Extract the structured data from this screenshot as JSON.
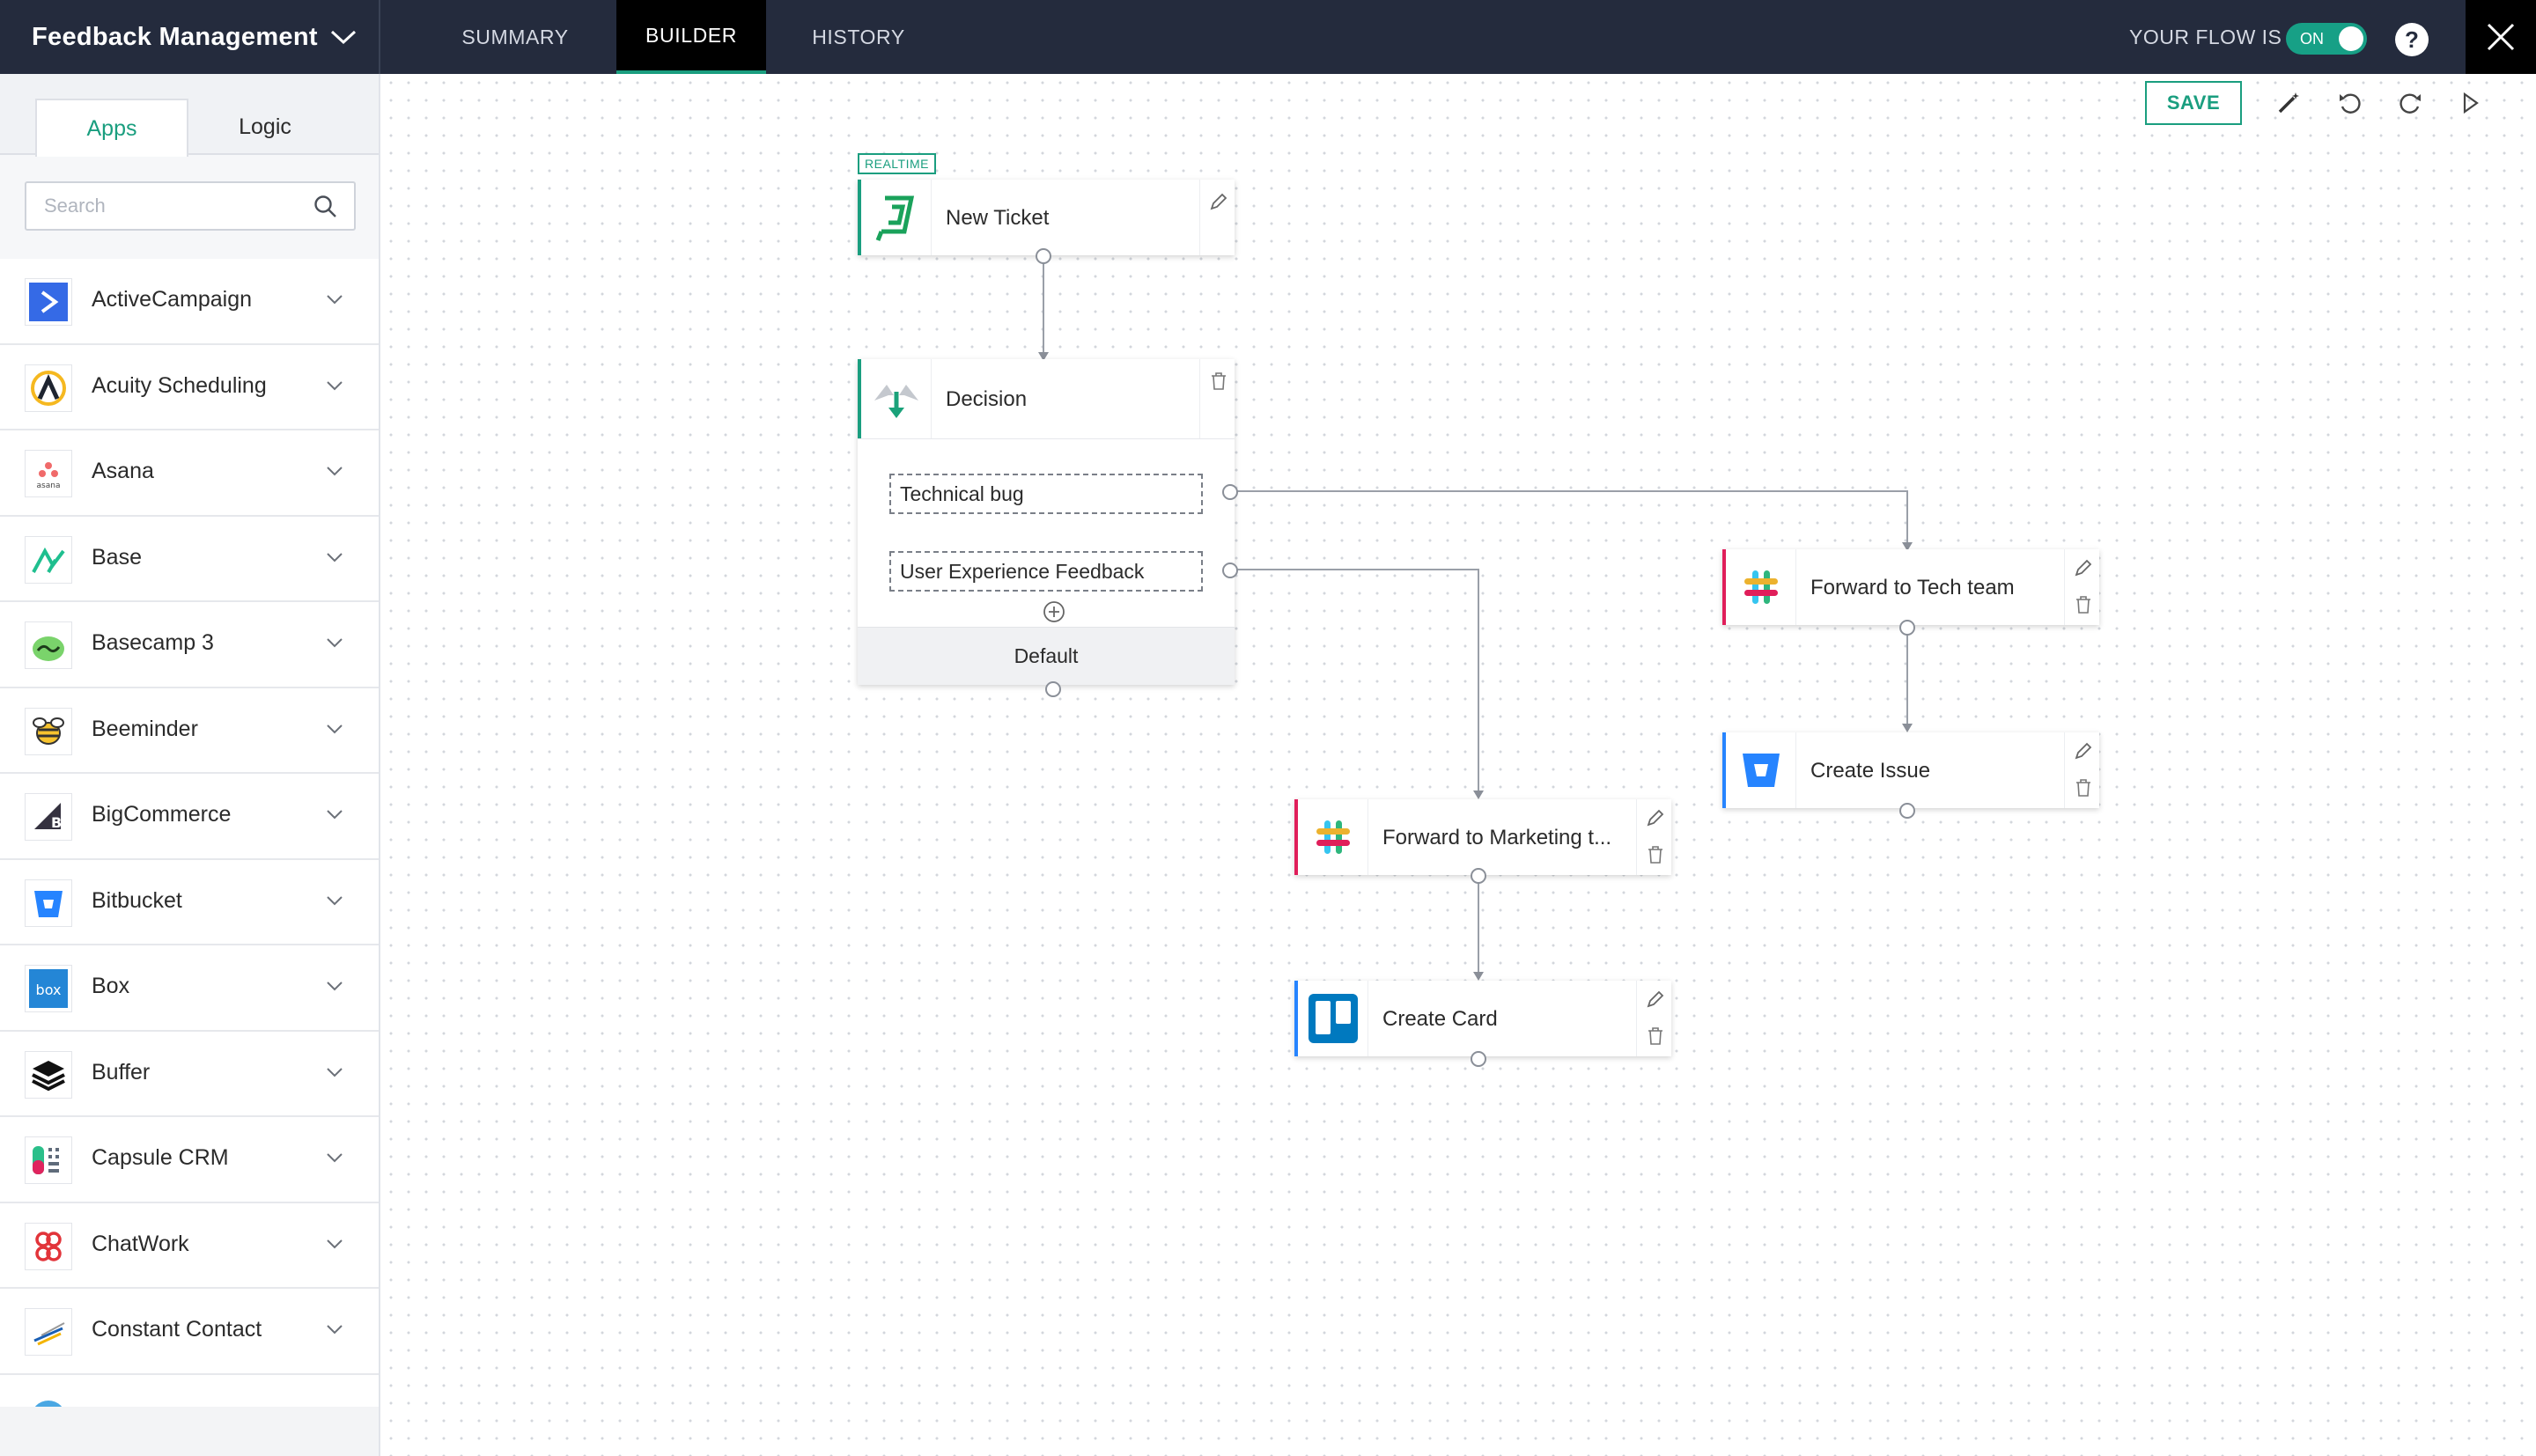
{
  "header": {
    "title": "Feedback Management",
    "tabs": [
      {
        "label": "SUMMARY"
      },
      {
        "label": "BUILDER"
      },
      {
        "label": "HISTORY"
      }
    ],
    "flow_status_label": "YOUR FLOW IS",
    "flow_toggle_label": "ON",
    "help_label": "?"
  },
  "sidebar": {
    "tabs": [
      {
        "label": "Apps"
      },
      {
        "label": "Logic"
      }
    ],
    "search_placeholder": "Search",
    "apps": [
      {
        "name": "ActiveCampaign"
      },
      {
        "name": "Acuity Scheduling"
      },
      {
        "name": "Asana"
      },
      {
        "name": "Base"
      },
      {
        "name": "Basecamp 3"
      },
      {
        "name": "Beeminder"
      },
      {
        "name": "BigCommerce"
      },
      {
        "name": "Bitbucket"
      },
      {
        "name": "Box"
      },
      {
        "name": "Buffer"
      },
      {
        "name": "Capsule CRM"
      },
      {
        "name": "ChatWork"
      },
      {
        "name": "Constant Contact"
      }
    ]
  },
  "toolbar": {
    "save_label": "SAVE"
  },
  "flow": {
    "trigger": {
      "badge": "REALTIME",
      "title": "New Ticket"
    },
    "decision": {
      "title": "Decision",
      "conditions": [
        "Technical bug",
        "User Experience Feedback"
      ],
      "default_label": "Default"
    },
    "nodes": {
      "tech": {
        "title": "Forward to Tech team"
      },
      "issue": {
        "title": "Create Issue"
      },
      "marketing": {
        "title": "Forward to Marketing t..."
      },
      "card": {
        "title": "Create Card"
      }
    }
  },
  "colors": {
    "topbar": "#242b3d",
    "accent": "#1a9e7f",
    "slack_strip": "#e01e5a",
    "blue_strip": "#2684ff"
  }
}
